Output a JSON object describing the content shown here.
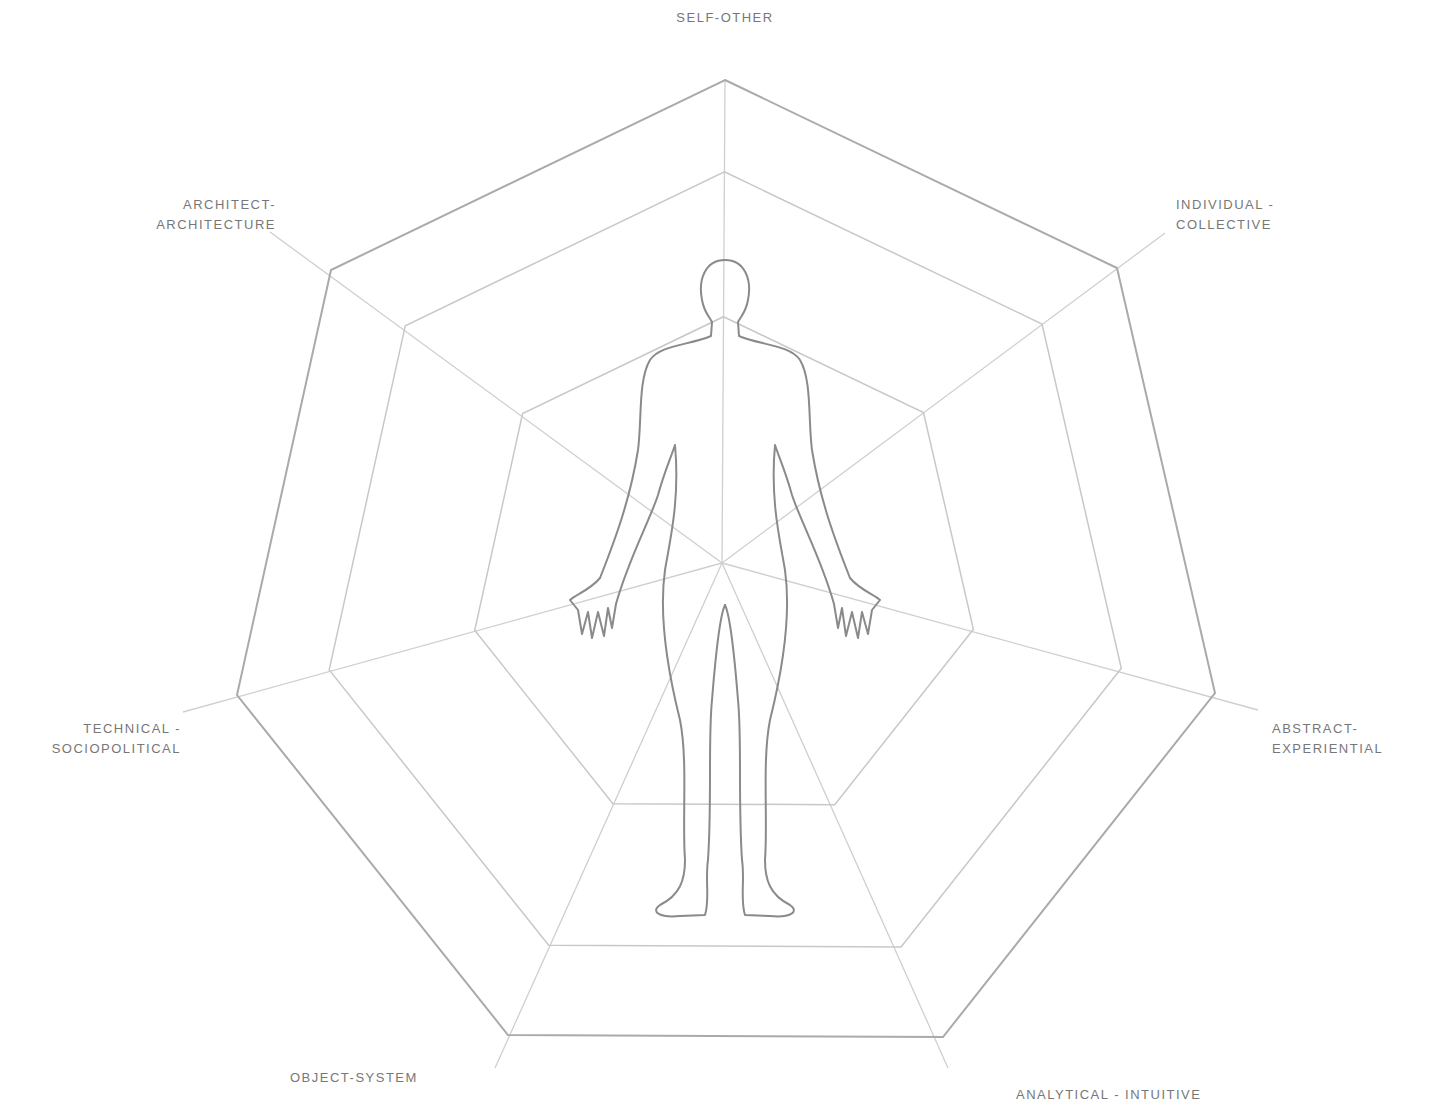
{
  "diagram": {
    "labels": [
      "SELF-OTHER",
      "INDIVIDUAL - COLLECTIVE",
      "ABSTRACT- EXPERIENTIAL",
      "ANALYTICAL - INTUITIVE",
      "OBJECT-SYSTEM",
      "TECHNICAL - SOCIOPOLITICAL",
      "ARCHITECT- ARCHITECTURE"
    ]
  }
}
